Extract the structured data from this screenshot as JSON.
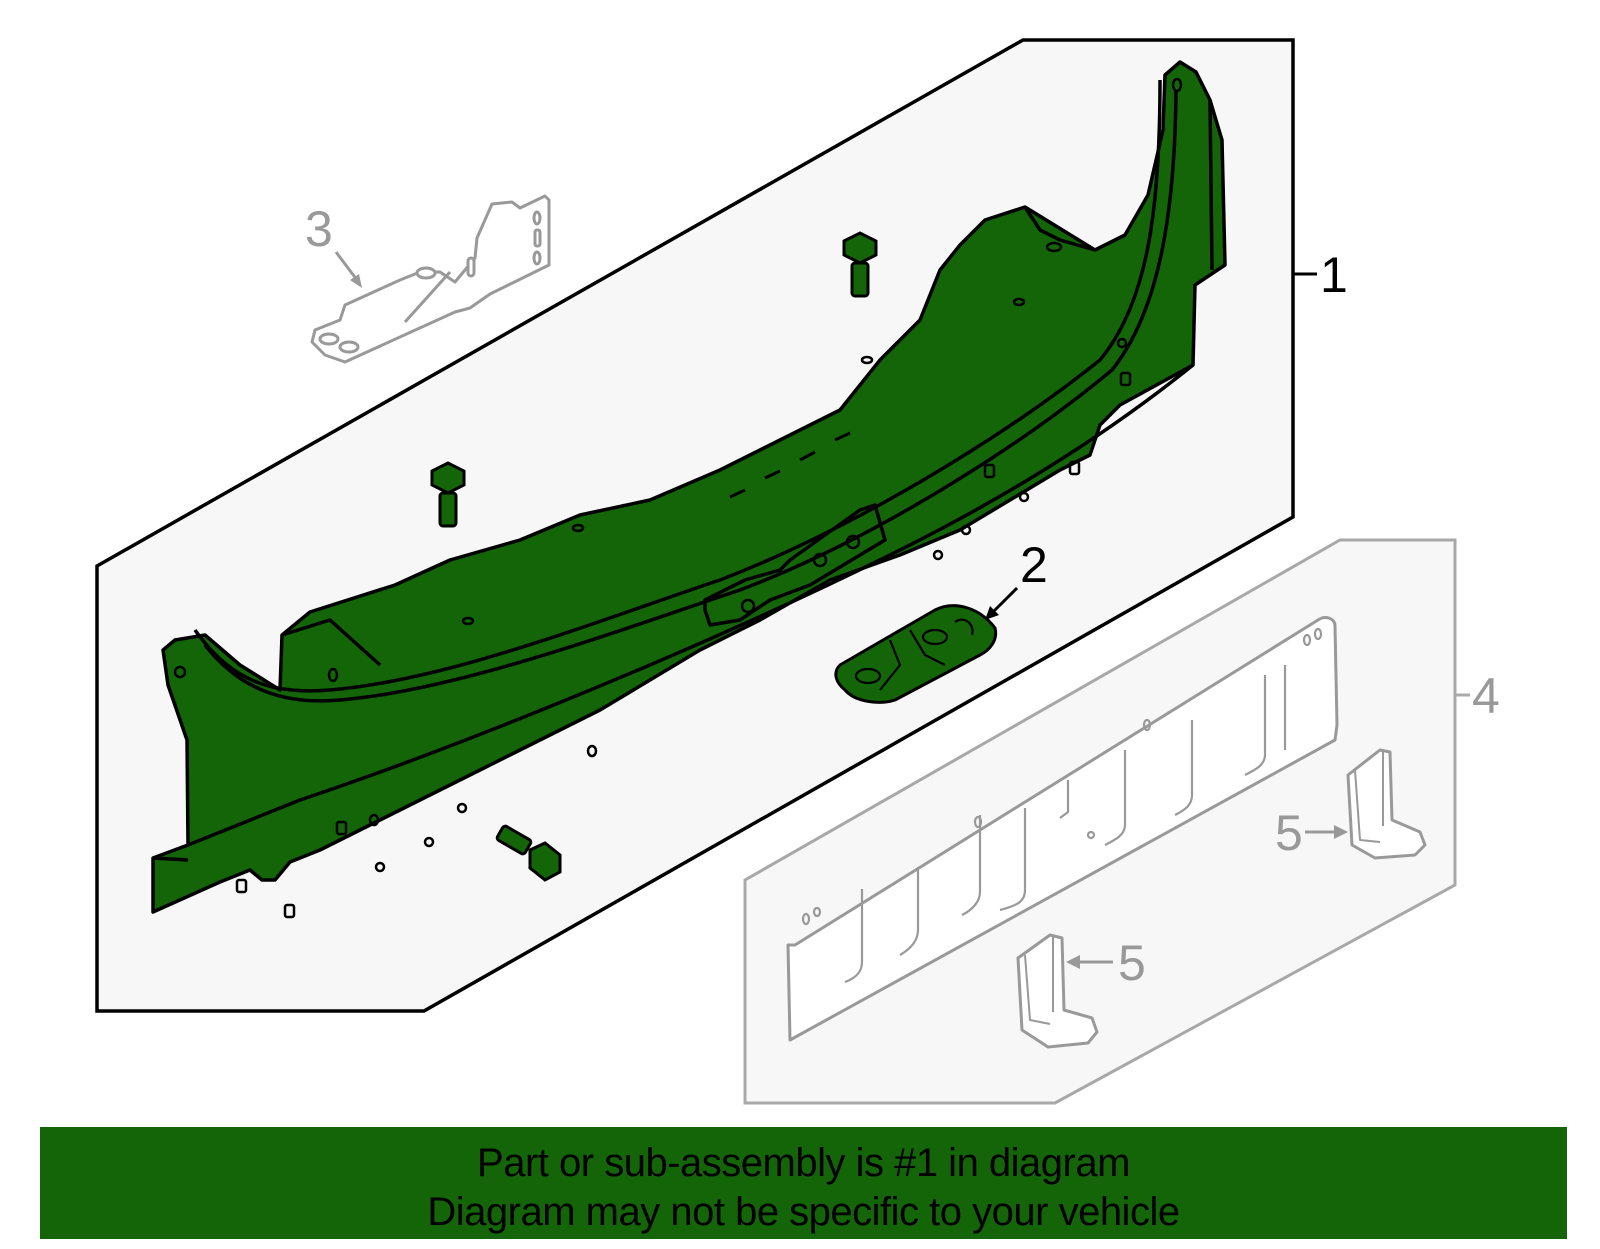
{
  "diagram": {
    "title": "Rear body panel assembly exploded parts diagram",
    "highlight_color": "#136508",
    "panel_bg": "#f7f7f7",
    "outline_black": "#000000",
    "outline_gray": "#999999",
    "callouts": [
      {
        "number": "1",
        "label": "1",
        "part": "rear-crossmember-assembly",
        "highlighted": true
      },
      {
        "number": "2",
        "label": "2",
        "part": "mounting-bracket-pad",
        "highlighted": true
      },
      {
        "number": "3",
        "label": "3",
        "part": "side-bracket",
        "highlighted": false
      },
      {
        "number": "4",
        "label": "4",
        "part": "rear-panel-trim",
        "highlighted": false
      },
      {
        "number": "5a",
        "label": "5",
        "part": "corner-bracket-right",
        "highlighted": false
      },
      {
        "number": "5b",
        "label": "5",
        "part": "corner-bracket-left",
        "highlighted": false
      }
    ],
    "bolts": 4
  },
  "banner": {
    "background": "#136508",
    "line1": "Part or sub-assembly is #1 in diagram",
    "line2": "Diagram may not be specific to your vehicle"
  }
}
